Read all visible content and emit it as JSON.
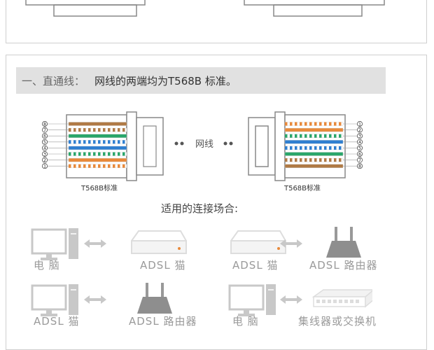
{
  "section": {
    "heading": "一、直通线：",
    "subheading": "网线的两端均为T568B 标准。"
  },
  "cable": {
    "middle_label": "网线",
    "left_standard": "T568B标准",
    "right_standard": "T568B标准",
    "pins_left": [
      "8",
      "7",
      "6",
      "5",
      "4",
      "3",
      "2",
      "1"
    ],
    "pins_right": [
      "1",
      "2",
      "3",
      "4",
      "5",
      "6",
      "7",
      "8"
    ]
  },
  "usage": {
    "title": "适用的连接场合:",
    "pairs": [
      {
        "left": "电  脑",
        "right": "ADSL 猫",
        "left_icon": "computer-icon",
        "right_icon": "adsl-modem-icon"
      },
      {
        "left": "ADSL 猫",
        "right": "ADSL 路由器",
        "left_icon": "adsl-modem-icon",
        "right_icon": "router-icon"
      },
      {
        "left": "ADSL 猫",
        "right": "ADSL 路由器",
        "left_icon": "computer-icon",
        "right_icon": "router-icon"
      },
      {
        "left": "电  脑",
        "right": "集线器或交换机",
        "left_icon": "computer-icon",
        "right_icon": "switch-icon"
      }
    ]
  },
  "colors": {
    "orange": "#e8893a",
    "green": "#2aa66a",
    "blue": "#2f7fd0",
    "brown": "#b07a45",
    "icon_gray": "#c8c8c8",
    "banner_bg": "#e1e1e1"
  }
}
